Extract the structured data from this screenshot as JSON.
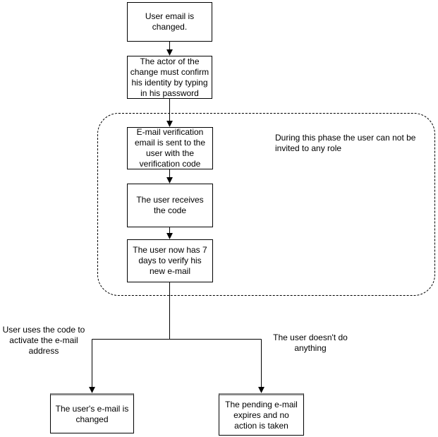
{
  "diagram": {
    "type": "flowchart",
    "background_color": "#ffffff",
    "stroke_color": "#000000",
    "text_color": "#000000",
    "nodes": [
      {
        "id": "user-email-changed",
        "label": "User email is changed."
      },
      {
        "id": "actor-confirms-identity",
        "label": "The actor of the change must confirm his identity by typing in his password"
      },
      {
        "id": "verification-email-sent",
        "label": "E-mail verification email is sent to the user with the verification code"
      },
      {
        "id": "user-receives-code",
        "label": "The user receives the code"
      },
      {
        "id": "seven-days-to-verify",
        "label": "The user now has 7 days to verify his new e-mail"
      },
      {
        "id": "user-email-is-changed",
        "label": "The user's e-mail is changed"
      },
      {
        "id": "pending-email-expires",
        "label": "The pending e-mail expires and no action is taken"
      }
    ],
    "phase_container_note": "During this phase the user can not be invited to any role",
    "edge_labels": [
      {
        "id": "activate-code-label",
        "text": "User uses the code to activate the e-mail address"
      },
      {
        "id": "no-action-label",
        "text": "The user doesn't do anything"
      }
    ]
  }
}
